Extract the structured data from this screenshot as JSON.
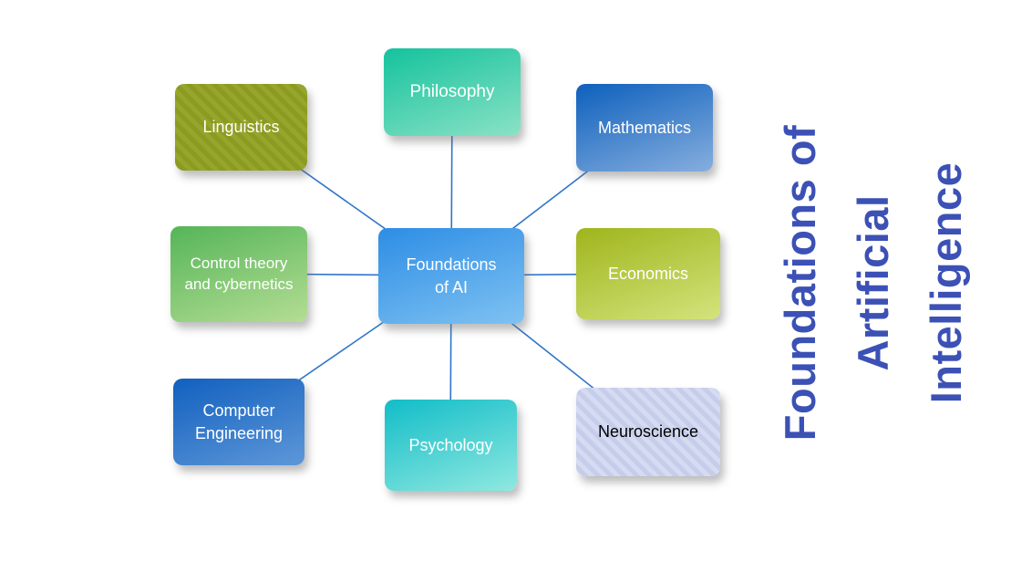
{
  "title": {
    "lines": [
      "Foundations of",
      "Artificial",
      "Intelligence"
    ],
    "color": "#3c51b5"
  },
  "diagram": {
    "connector_color": "#2e75c8",
    "center": {
      "label": "Foundations of AI",
      "fill_top": "#2d8de5",
      "fill_bottom": "#7fc2f2",
      "text_color": "#ffffff"
    },
    "nodes": {
      "linguistics": {
        "label": "Linguistics",
        "fill": "#97a52c",
        "pattern": "diagonal-stripes",
        "text_color": "#ffffff"
      },
      "philosophy": {
        "label": "Philosophy",
        "fill_top": "#15c29d",
        "fill_bottom": "#8ae2c5",
        "text_color": "#ffffff"
      },
      "mathematics": {
        "label": "Mathematics",
        "fill_top": "#0d60bd",
        "fill_bottom": "#86aede",
        "text_color": "#ffffff"
      },
      "control": {
        "label": "Control theory and cybernetics",
        "fill_top": "#55b558",
        "fill_bottom": "#b4dd94",
        "text_color": "#ffffff"
      },
      "economics": {
        "label": "Economics",
        "fill_top": "#9fb51c",
        "fill_bottom": "#d4e37c",
        "text_color": "#ffffff"
      },
      "computer": {
        "label": "Computer Engineering",
        "fill_top": "#1160bf",
        "fill_bottom": "#5e97d8",
        "text_color": "#ffffff"
      },
      "psychology": {
        "label": "Psychology",
        "fill_top": "#11bdc8",
        "fill_bottom": "#8fe8e0",
        "text_color": "#ffffff"
      },
      "neuroscience": {
        "label": "Neuroscience",
        "fill": "#d5dbf1",
        "pattern": "diagonal-stripes",
        "text_color": "#000000"
      }
    }
  }
}
